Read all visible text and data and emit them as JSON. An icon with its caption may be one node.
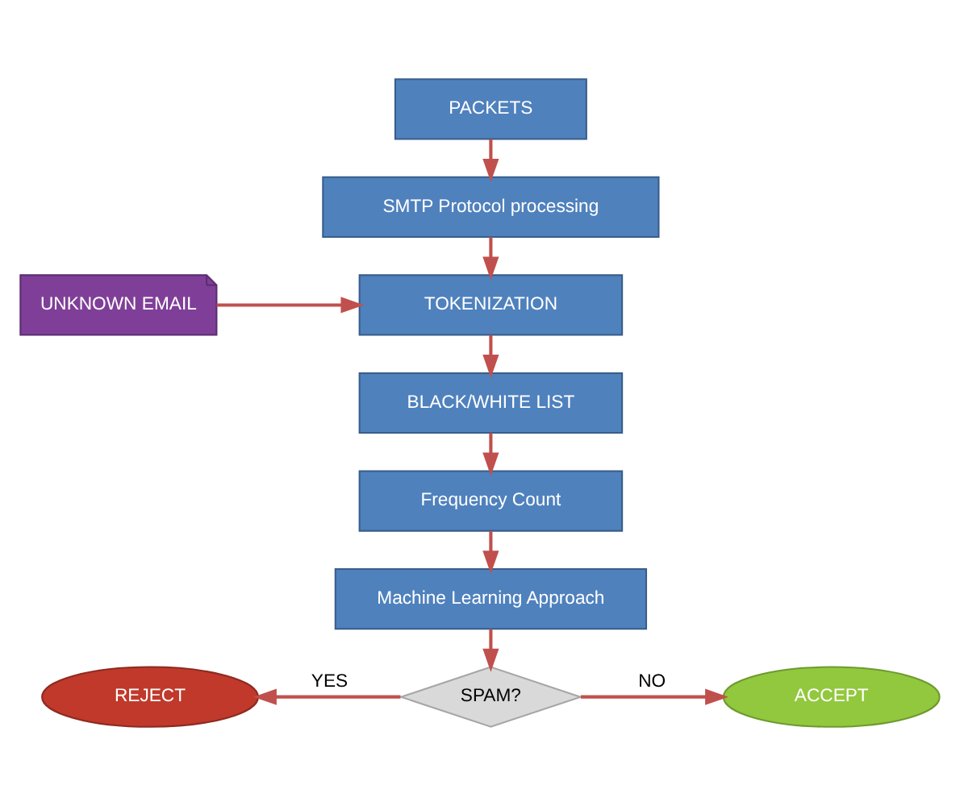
{
  "diagram": {
    "nodes": [
      {
        "text": [
          "PACKETS"
        ]
      },
      {
        "text": [
          "SMTP Protocol processing"
        ]
      },
      {
        "text": [
          "UNKNOWN EMAIL"
        ]
      },
      {
        "text": [
          "TOKENIZATION"
        ]
      },
      {
        "text": [
          "BLACK/WHITE LIST"
        ]
      },
      {
        "text": [
          "Frequency Count"
        ]
      },
      {
        "text": [
          "Machine Learning Approach"
        ]
      },
      {
        "text": [
          "REJECT"
        ]
      },
      {
        "text": [
          "SPAM?"
        ]
      },
      {
        "text": [
          "ACCEPT"
        ]
      }
    ],
    "edges": [
      {
        "from": 0,
        "to": 1,
        "arrow": "to"
      },
      {
        "from": 1,
        "to": 3,
        "arrow": "to"
      },
      {
        "from": 2,
        "to": 3,
        "arrow": "to"
      },
      {
        "from": 3,
        "to": 4,
        "arrow": "to"
      },
      {
        "from": 4,
        "to": 5,
        "arrow": "to"
      },
      {
        "from": 5,
        "to": 6,
        "arrow": "to"
      },
      {
        "from": 6,
        "to": 8,
        "arrow": "to"
      },
      {
        "from": 8,
        "to": 7,
        "arrow": "to",
        "label": "YES"
      },
      {
        "from": 8,
        "to": 9,
        "arrow": "to",
        "label": "NO"
      }
    ]
  }
}
